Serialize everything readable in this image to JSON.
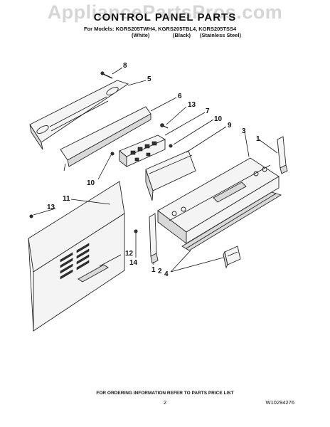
{
  "watermark": "AppliancePartsPros.com",
  "title": "CONTROL PANEL PARTS",
  "models_line": "For Models: KGRS205TWH4, KGRS205TBL4, KGRS205TSS4",
  "variants": [
    "(White)",
    "(Black)",
    "(Stainless Steel)"
  ],
  "callouts": [
    "8",
    "5",
    "6",
    "13",
    "7",
    "10",
    "9",
    "3",
    "1",
    "10",
    "11",
    "13",
    "12",
    "14",
    "1",
    "2",
    "4"
  ],
  "footer_note": "FOR ORDERING INFORMATION REFER TO PARTS PRICE LIST",
  "page_number": "2",
  "doc_id": "W10294276"
}
